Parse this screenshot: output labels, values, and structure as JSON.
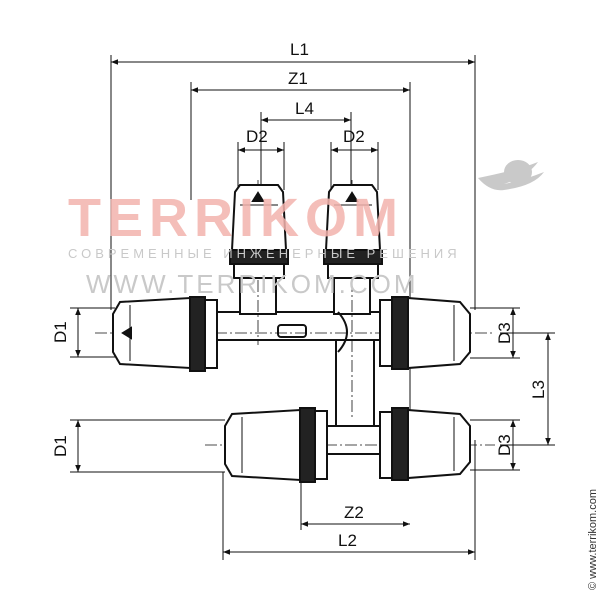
{
  "dimensions": {
    "L1": "L1",
    "Z1": "Z1",
    "L4": "L4",
    "D2_left": "D2",
    "D2_right": "D2",
    "D1_top": "D1",
    "D3_top": "D3",
    "L3": "L3",
    "D1_bottom": "D1",
    "D3_bottom": "D3",
    "Z2": "Z2",
    "L2": "L2"
  },
  "watermark": {
    "brand": "TERRIKOM",
    "tagline": "СОВРЕМЕННЫЕ ИНЖЕНЕРНЫЕ РЕШЕНИЯ",
    "url": "WWW.TERRIKOM.COM"
  },
  "side_credit": "© www.terrikom.com",
  "colors": {
    "line": "#111111",
    "watermark_red": "#f3b3ad",
    "watermark_gray": "#c9c9c9"
  }
}
